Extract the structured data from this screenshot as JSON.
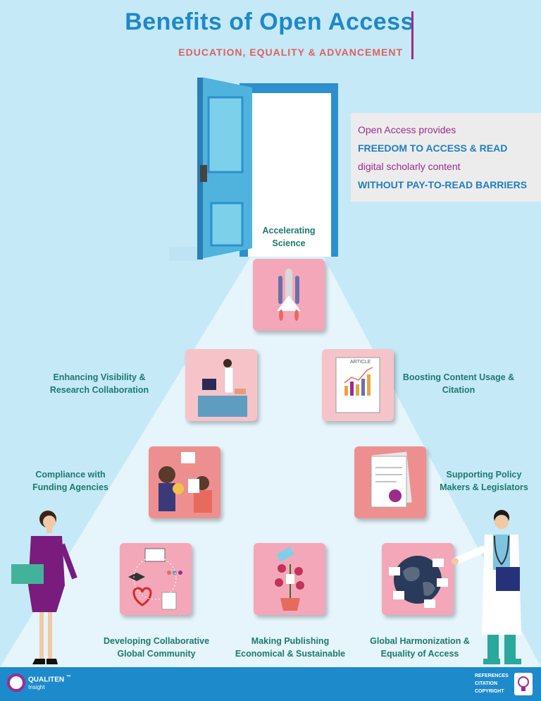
{
  "header": {
    "title": "Benefits of Open Access",
    "subtitle": "EDUCATION, EQUALITY & ADVANCEMENT"
  },
  "info_box": {
    "line1": "Open Access provides",
    "line2": "FREEDOM TO ACCESS & READ",
    "line3": "digital scholarly content",
    "line4": "WITHOUT PAY-TO-READ BARRIERS"
  },
  "benefits": {
    "accelerating": "Accelerating Science",
    "visibility": "Enhancing Visibility & Research Collaboration",
    "usage": "Boosting Content Usage & Citation",
    "compliance": "Compliance with Funding Agencies",
    "policy": "Supporting Policy Makers & Legislators",
    "community": "Developing Collaborative Global Community",
    "publishing": "Making Publishing Economical & Sustainable",
    "harmonization": "Global Harmonization & Equality of Access"
  },
  "article_label": "ARTICLE",
  "footer": {
    "brand": "QUALITEN",
    "tm": "™",
    "brand_sub": "Insight",
    "ref1": "REFERENCES",
    "ref2": "CITATION",
    "ref3": "COPYRIGHT"
  },
  "colors": {
    "background": "#c5e9f7",
    "title": "#1f88c8",
    "subtitle": "#e0605c",
    "accent": "#9b2c8e",
    "label": "#1c7a6e",
    "tile_pink": "#f4a7b9",
    "footer": "#1d8acb"
  }
}
